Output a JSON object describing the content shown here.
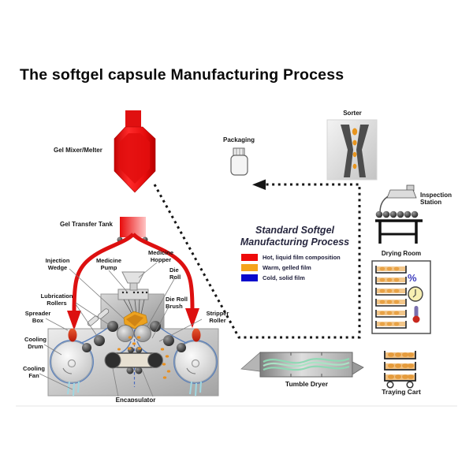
{
  "page_title": "The softgel capsule Manufacturing Process",
  "equipment_labels": {
    "gel_mixer": "Gel Mixer/Melter",
    "gel_transfer_tank": "Gel Transfer Tank",
    "injection_wedge": "Injection\nWedge",
    "medicine_pump": "Medicine\nPump",
    "medicine_hopper": "Medicine\nHopper",
    "die_roll": "Die\nRoll",
    "die_roll_brush": "Die Roll\nBrush",
    "lubrication_rollers": "Lubrication\nRollers",
    "spreader_box": "Spreader\nBox",
    "stripper_roller": "Stripper\nRoller",
    "cooling_drum": "Cooling\nDrum",
    "cooling_fan": "Cooling\nFan",
    "encapsulator": "Encapsulator"
  },
  "downstream_labels": {
    "packaging": "Packaging",
    "sorter": "Sorter",
    "inspection_station": "Inspection\nStation",
    "drying_room": "Drying Room",
    "drying_room_humidity_symbol": "%",
    "tumble_dryer": "Tumble Dryer",
    "traying_cart": "Traying Cart"
  },
  "legend": {
    "title": "Standard Softgel\nManufacturing Process",
    "items": [
      {
        "label": "Hot, liquid film composition",
        "color": "#ee0a0a"
      },
      {
        "label": "Warm, gelled film",
        "color": "#f5a41c"
      },
      {
        "label": "Cold, solid film",
        "color": "#0a0acc"
      }
    ]
  },
  "colors": {
    "hot_red": "#dd1010",
    "warm_orange": "#e89c1c",
    "cold_blue": "#5b7fb8"
  }
}
